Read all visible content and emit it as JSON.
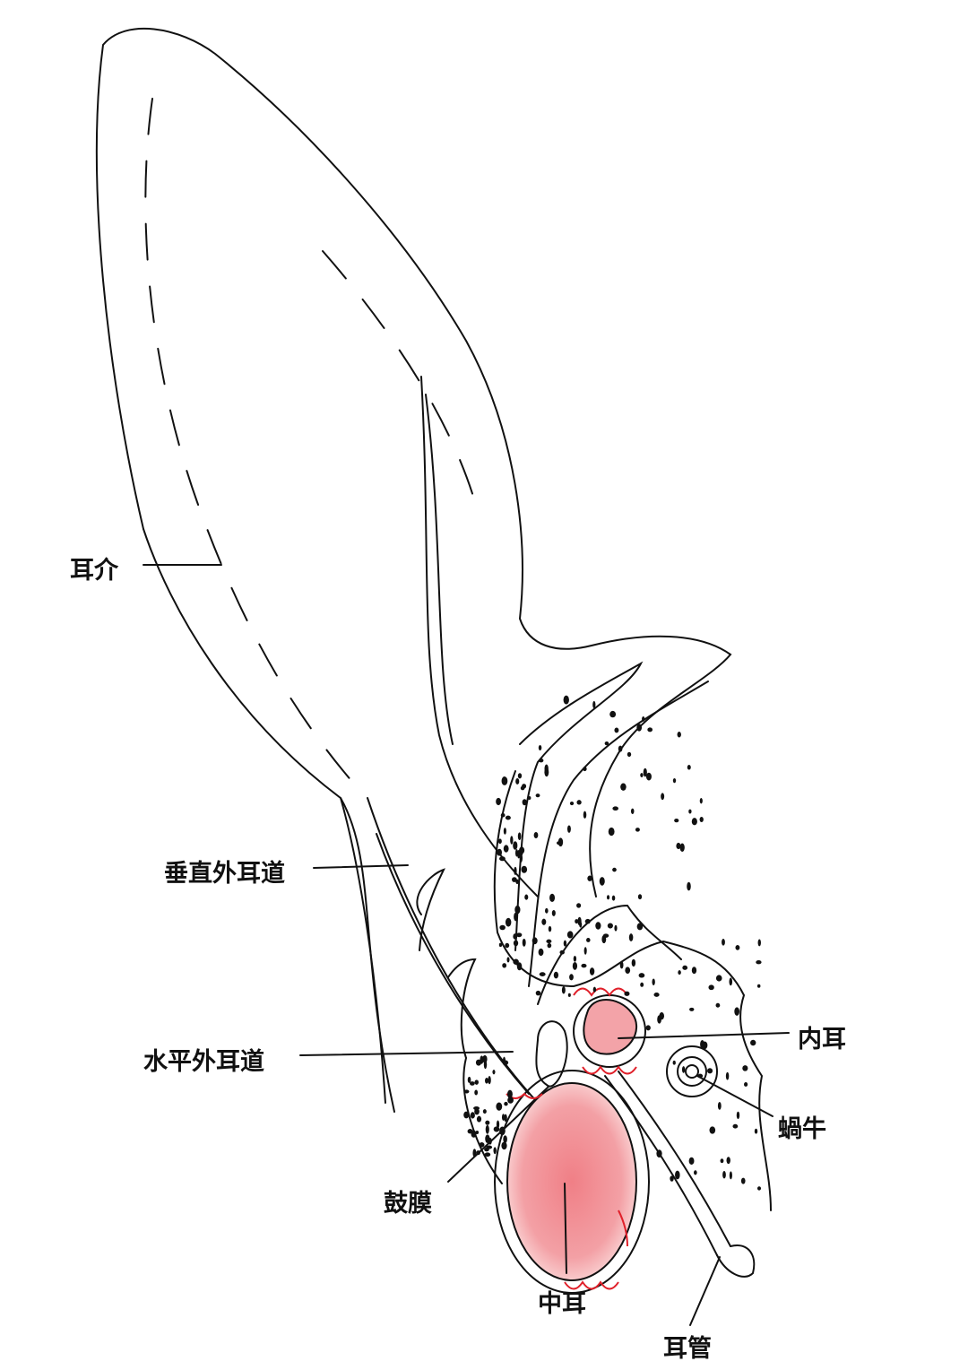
{
  "title": "犬の耳の構造",
  "labels": {
    "pinna": "耳介",
    "vertical_canal": "垂直外耳道",
    "horizontal_canal": "水平外耳道",
    "eardrum": "鼓膜",
    "middle_ear": "中耳",
    "eustachian_tube": "耳管",
    "inner_ear": "内耳",
    "cochlea": "蝸牛"
  },
  "colors": {
    "outline": "#111111",
    "highlight_fill": "#f08a8f",
    "highlight_stroke": "#e0202a"
  }
}
